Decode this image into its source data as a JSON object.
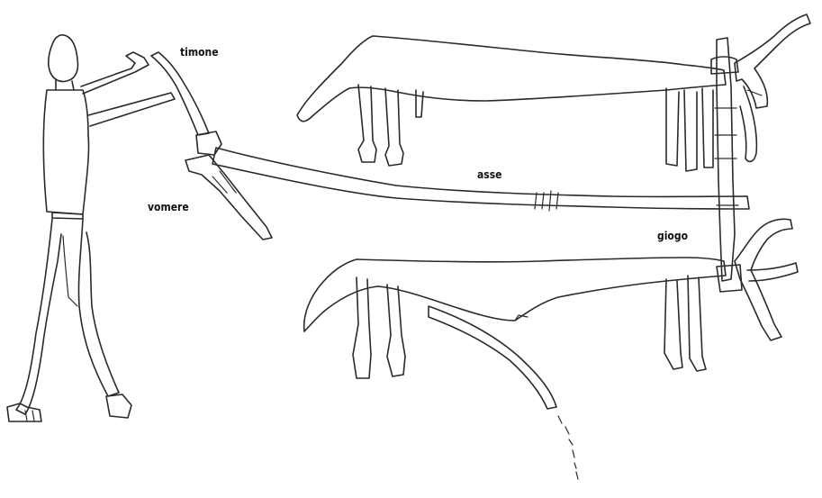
{
  "labels": {
    "timone": "timone",
    "vomere": "vomere",
    "asse": "asse",
    "giogo": "giogo"
  }
}
